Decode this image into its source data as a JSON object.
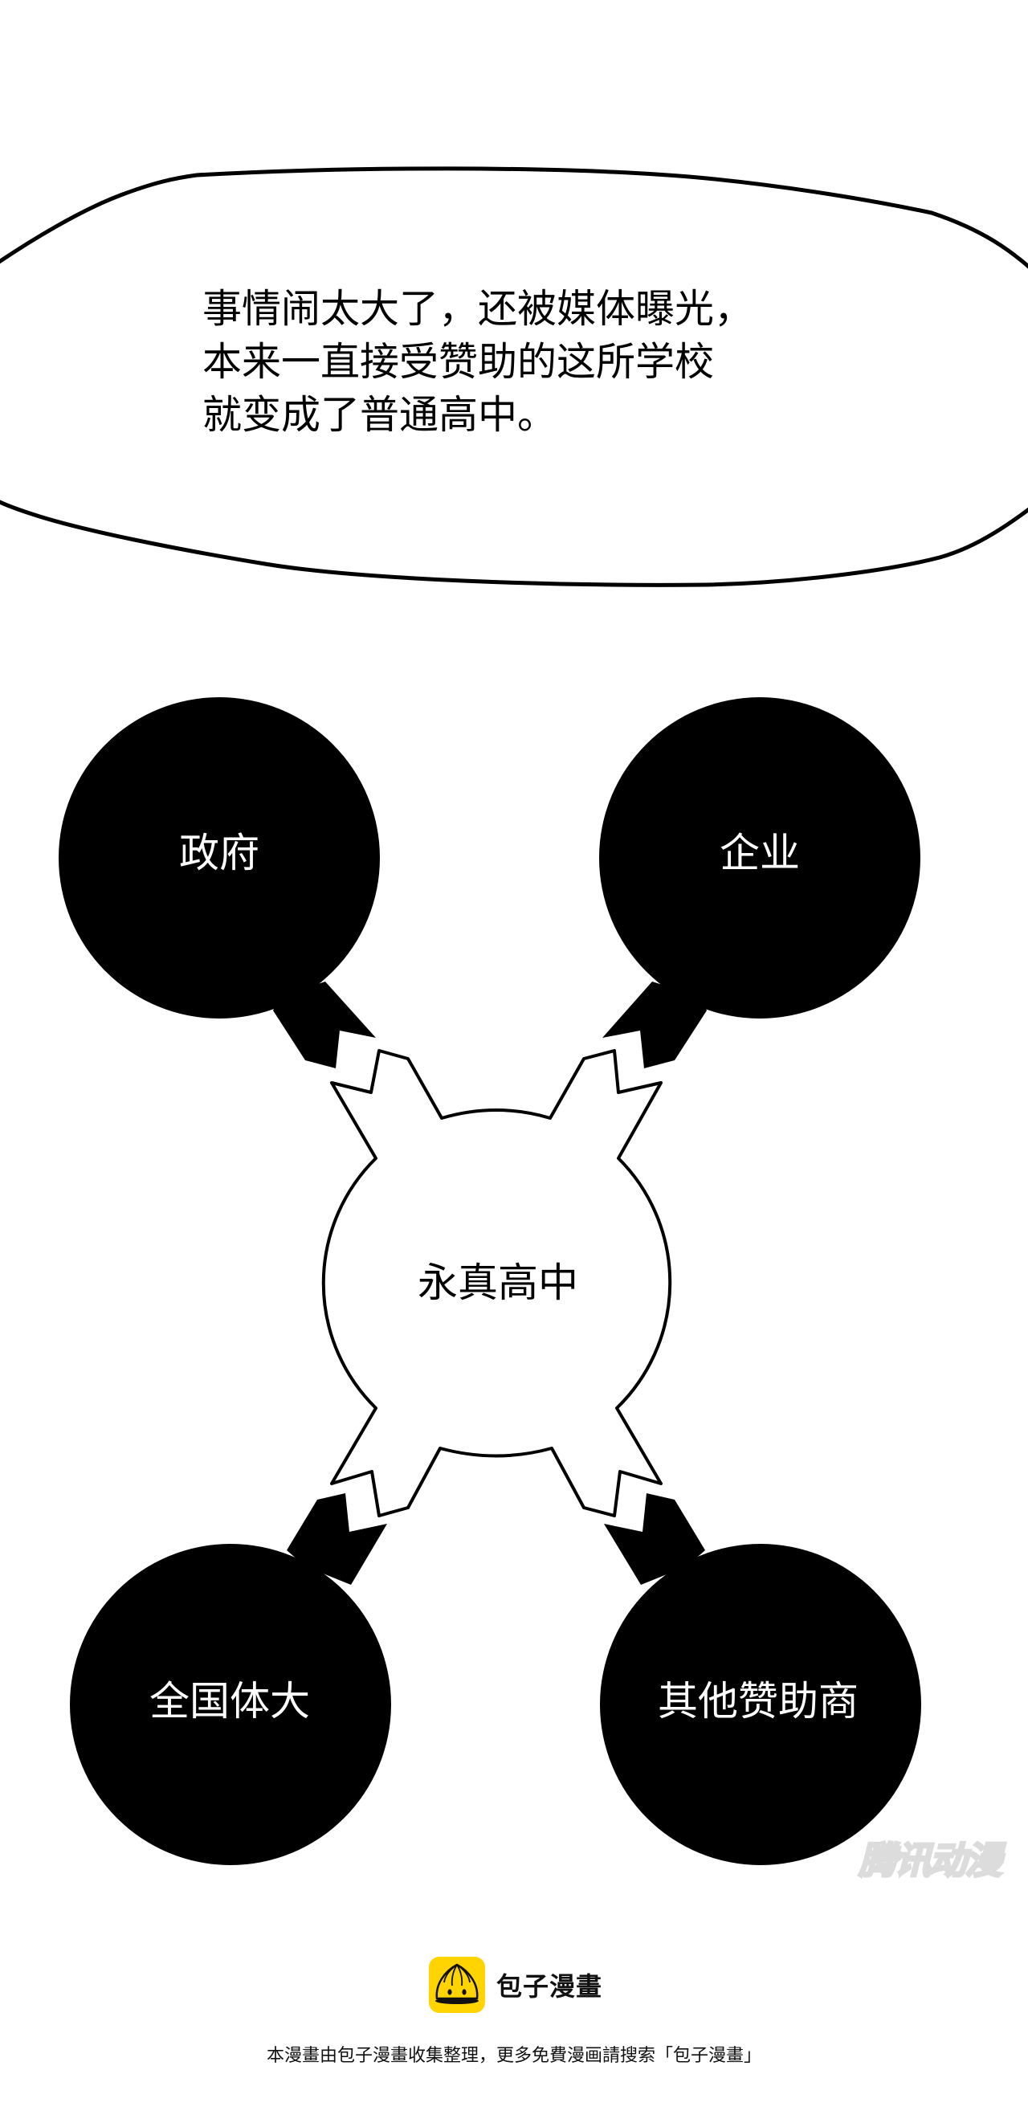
{
  "narration": {
    "lines": [
      "事情闹太大了，还被媒体曝光，",
      "本来一直接受赞助的这所学校",
      "就变成了普通高中。"
    ]
  },
  "diagram": {
    "center": {
      "label": "永真高中",
      "fill": "#ffffff",
      "text_color": "#000000"
    },
    "nodes": [
      {
        "label": "政府",
        "position": "top-left",
        "fill": "#000000",
        "text_color": "#ffffff"
      },
      {
        "label": "企业",
        "position": "top-right",
        "fill": "#000000",
        "text_color": "#ffffff"
      },
      {
        "label": "全国体大",
        "position": "bottom-left",
        "fill": "#000000",
        "text_color": "#ffffff"
      },
      {
        "label": "其他赞助商",
        "position": "bottom-right",
        "fill": "#000000",
        "text_color": "#ffffff"
      }
    ]
  },
  "watermark": {
    "text": "腾讯动漫"
  },
  "footer": {
    "brand_name": "包子漫畫",
    "brand_color": "#ffd400",
    "note": "本漫畫由包子漫畫收集整理，更多免費漫画請搜索「包子漫畫」"
  }
}
